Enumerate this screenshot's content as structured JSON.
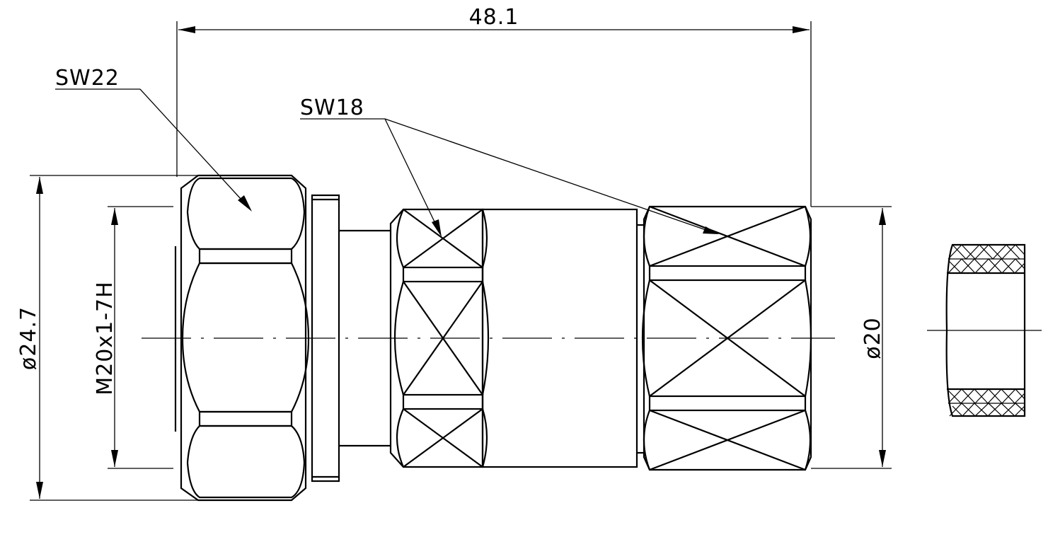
{
  "drawing": {
    "overall_length": "48.1",
    "hex_large": "SW22",
    "hex_small": "SW18",
    "thread": "M20x1-7H",
    "diameter_large": "ø24.7",
    "diameter_small": "ø20"
  }
}
